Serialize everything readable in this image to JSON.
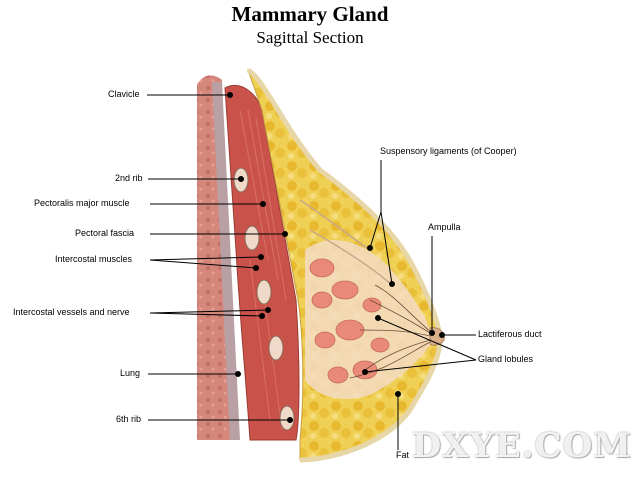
{
  "title": "Mammary Gland",
  "subtitle": "Sagittal Section",
  "labels": {
    "clavicle": "Clavicle",
    "rib2": "2nd rib",
    "pectoralis": "Pectoralis major muscle",
    "fascia": "Pectoral fascia",
    "intercostal_muscles": "Intercostal muscles",
    "intercostal_vessels": "Intercostal vessels and nerve",
    "lung": "Lung",
    "rib6": "6th rib",
    "cooper": "Suspensory ligaments (of Cooper)",
    "ampulla": "Ampulla",
    "lactiferous": "Lactiferous duct",
    "lobules": "Gland lobules",
    "fat": "Fat"
  },
  "watermark": "DXYE.COM",
  "colors": {
    "muscle": "#c9534a",
    "fat": "#e8c23a",
    "lobule": "#e98a78",
    "lung": "#d98a7e",
    "bone": "#f0d9c8"
  }
}
